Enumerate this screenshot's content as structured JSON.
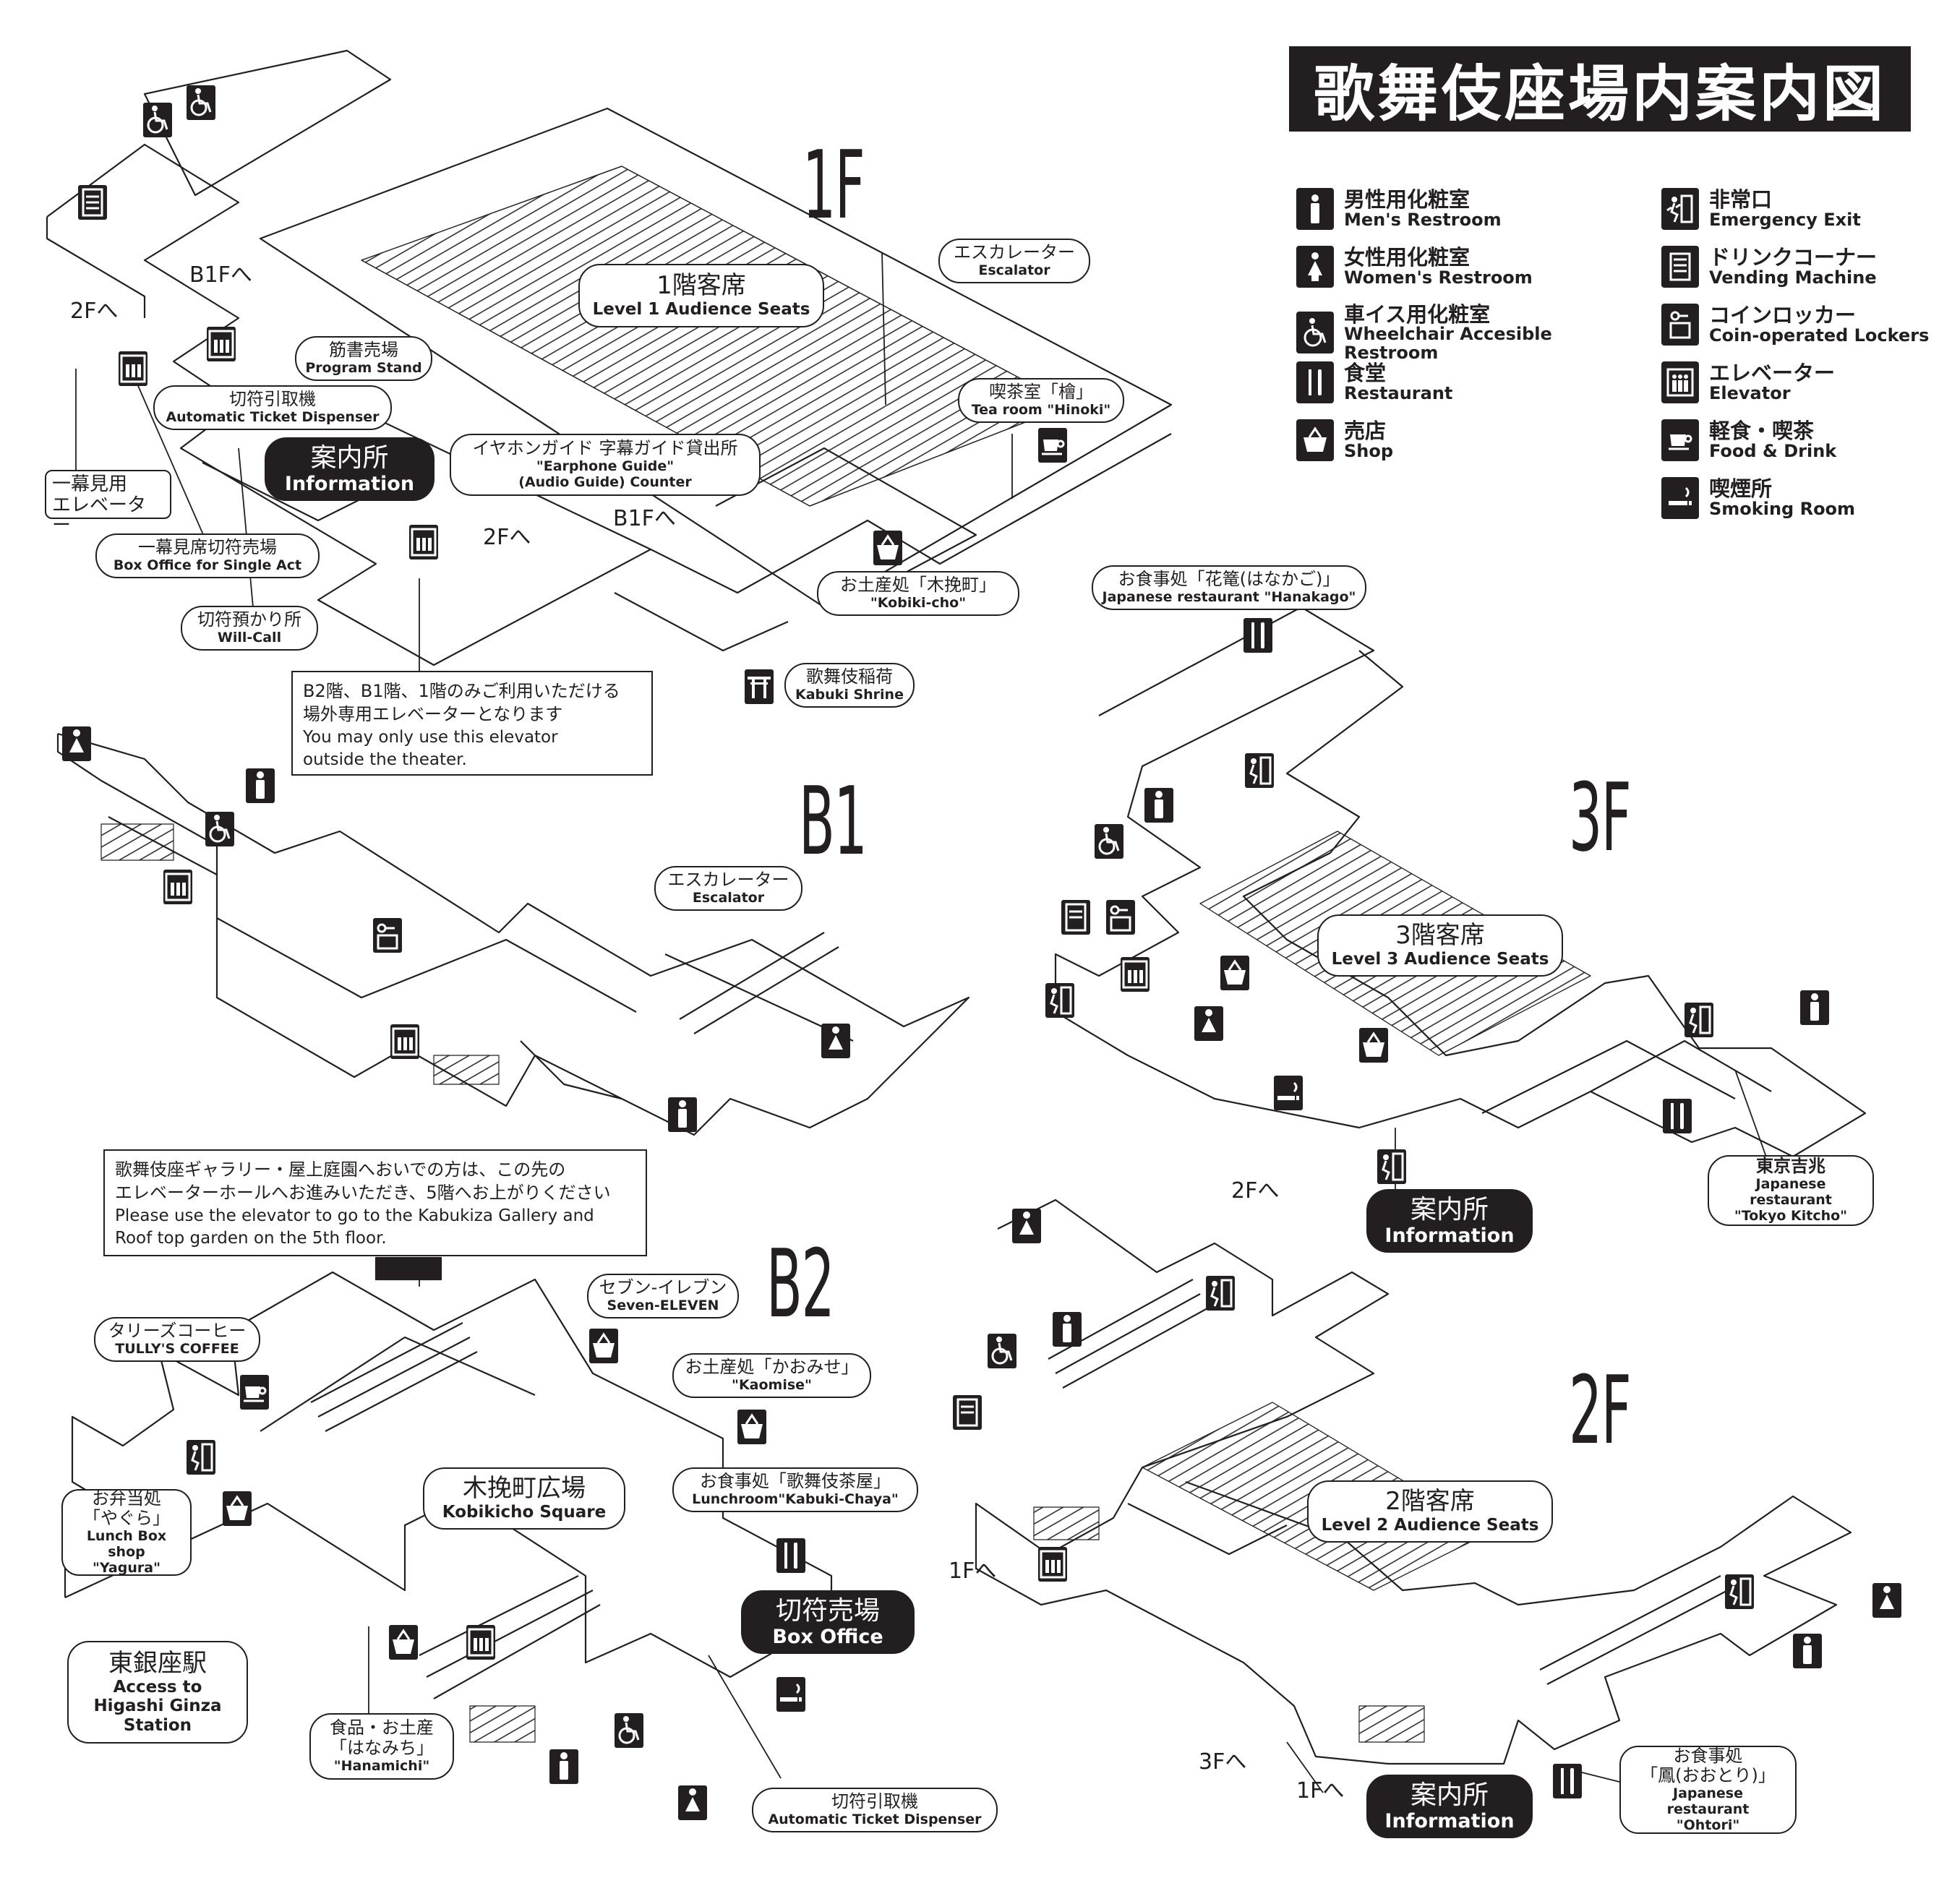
{
  "title": "歌舞伎座場内案内図",
  "legend": [
    {
      "icon": "mens-restroom-icon",
      "jp": "男性用化粧室",
      "en": "Men's Restroom"
    },
    {
      "icon": "womens-restroom-icon",
      "jp": "女性用化粧室",
      "en": "Women's Restroom"
    },
    {
      "icon": "wheelchair-icon",
      "jp": "車イス用化粧室",
      "en": "Wheelchair Accesible Restroom"
    },
    {
      "icon": "restaurant-icon",
      "jp": "食堂",
      "en": "Restaurant"
    },
    {
      "icon": "shop-basket-icon",
      "jp": "売店",
      "en": "Shop"
    },
    {
      "icon": "emergency-exit-icon",
      "jp": "非常口",
      "en": "Emergency Exit"
    },
    {
      "icon": "vending-machine-icon",
      "jp": "ドリンクコーナー",
      "en": "Vending Machine"
    },
    {
      "icon": "locker-icon",
      "jp": "コインロッカー",
      "en": "Coin-operated Lockers"
    },
    {
      "icon": "elevator-icon",
      "jp": "エレベーター",
      "en": "Elevator"
    },
    {
      "icon": "coffee-cup-icon",
      "jp": "軽食・喫茶",
      "en": "Food & Drink"
    },
    {
      "icon": "smoking-icon",
      "jp": "喫煙所",
      "en": "Smoking Room"
    }
  ],
  "floors": {
    "f1": "1F",
    "b1": "B1",
    "f3": "3F",
    "b2": "B2",
    "f2": "2F"
  },
  "f1": {
    "seats": {
      "jp": "1階客席",
      "en": "Level 1 Audience Seats"
    },
    "escalator": {
      "jp": "エスカレーター",
      "en": "Escalator"
    },
    "program": {
      "jp": "筋書売場",
      "en": "Program Stand"
    },
    "ticket": {
      "jp": "切符引取機",
      "en": "Automatic Ticket Dispenser"
    },
    "info": {
      "jp": "案内所",
      "en": "Information"
    },
    "earphone": {
      "jp": "イヤホンガイド 字幕ガイド貸出所",
      "en1": "\"Earphone Guide\"",
      "en2": "(Audio Guide) Counter"
    },
    "hinoki": {
      "jp": "喫茶室「檜」",
      "en": "Tea room \"Hinoki\""
    },
    "single_elev": {
      "jp1": "一幕見用",
      "jp2": "エレベーター"
    },
    "single_box": {
      "jp": "一幕見席切符売場",
      "en": "Box Office for Single Act"
    },
    "willcall": {
      "jp": "切符預かり所",
      "en": "Will-Call"
    },
    "kobikicho": {
      "jp": "お土産処「木挽町」",
      "en": "\"Kobiki-cho\""
    },
    "shrine": {
      "jp": "歌舞伎稲荷",
      "en": "Kabuki Shrine"
    },
    "to_b1_a": "B1Fへ",
    "to_2f_a": "2Fへ",
    "to_2f_b": "2Fへ",
    "to_b1_b": "B1Fへ",
    "elev_note": {
      "jp1": "B2階、B1階、1階のみご利用いただける",
      "jp2": "場外専用エレベーターとなります",
      "en1": "You may only use this elevator",
      "en2": "outside the theater."
    }
  },
  "b1": {
    "escalator": {
      "jp": "エスカレーター",
      "en": "Escalator"
    }
  },
  "f3": {
    "hanakago": {
      "jp": "お食事処「花篭(はなかご)」",
      "en": "Japanese restaurant \"Hanakago\""
    },
    "seats": {
      "jp": "3階客席",
      "en": "Level 3 Audience Seats"
    },
    "kitcho": {
      "jp": "東京吉兆",
      "en1": "Japanese restaurant",
      "en2": "\"Tokyo Kitcho\""
    },
    "info": {
      "jp": "案内所",
      "en": "Information"
    },
    "to_2f": "2Fへ"
  },
  "b2": {
    "gallery_note": {
      "jp1": "歌舞伎座ギャラリー・屋上庭園へおいでの方は、この先の",
      "jp2": "エレベーターホールへお進みいただき、5階へお上がりください",
      "en1": "Please use the elevator to go to the Kabukiza Gallery and",
      "en2": "Roof top garden on the 5th floor."
    },
    "seven": {
      "jp": "セブン-イレブン",
      "en": "Seven-ELEVEN"
    },
    "tullys": {
      "jp": "タリーズコーヒー",
      "en": "TULLY'S COFFEE"
    },
    "kaomise": {
      "jp": "お土産処「かおみせ」",
      "en": "\"Kaomise\""
    },
    "chaya": {
      "jp": "お食事処「歌舞伎茶屋」",
      "en": "Lunchroom\"Kabuki-Chaya\""
    },
    "square": {
      "jp": "木挽町広場",
      "en": "Kobikicho Square"
    },
    "yagura": {
      "jp1": "お弁当処",
      "jp2": "「やぐら」",
      "en1": "Lunch Box shop",
      "en2": "\"Yagura\""
    },
    "boxoffice": {
      "jp": "切符売場",
      "en": "Box Office"
    },
    "station": {
      "jp": "東銀座駅",
      "en1": "Access to",
      "en2": "Higashi Ginza",
      "en3": "Station"
    },
    "hanamichi": {
      "jp1": "食品・お土産",
      "jp2": "「はなみち」",
      "en": "\"Hanamichi\""
    },
    "ticket": {
      "jp": "切符引取機",
      "en": "Automatic Ticket Dispenser"
    }
  },
  "f2": {
    "seats": {
      "jp": "2階客席",
      "en": "Level 2 Audience Seats"
    },
    "to_1f_a": "1Fへ",
    "to_3f": "3Fへ",
    "to_1f_b": "1Fへ",
    "info": {
      "jp": "案内所",
      "en": "Information"
    },
    "ohtori": {
      "jp1": "お食事処",
      "jp2": "「鳳(おおとり)」",
      "en1": "Japanese restaurant",
      "en2": "\"Ohtori\""
    }
  }
}
